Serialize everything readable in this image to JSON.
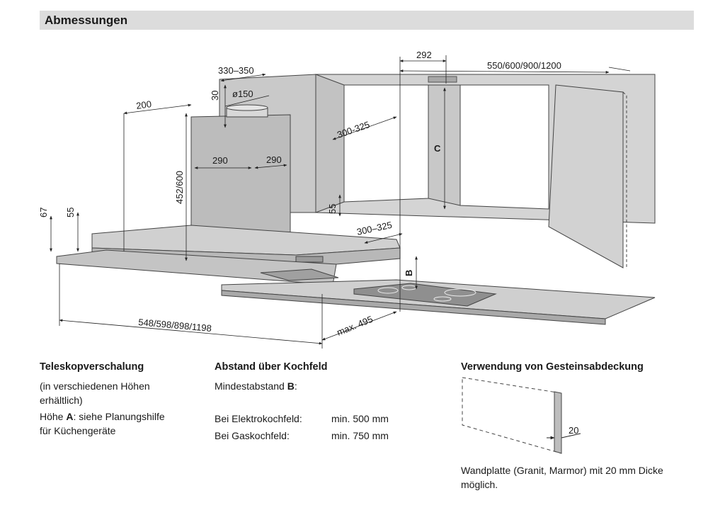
{
  "header": {
    "title": "Abmessungen"
  },
  "drawing": {
    "labels": {
      "d330_350": "330–350",
      "d292": "292",
      "d550": "550/600/900/1200",
      "d30": "30",
      "d150": "ø150",
      "d200": "200",
      "d300_325_top": "300-325",
      "c": "C",
      "d290a": "290",
      "d290b": "290",
      "d452": "452/600",
      "d67": "67",
      "d55a": "55",
      "d55b": "55",
      "d300_325_bottom": "300–325",
      "b": "B",
      "d548": "548/598/898/1198",
      "max495": "max. 495"
    }
  },
  "col1": {
    "heading": "Teleskopverschalung",
    "line1": "(in verschiedenen Höhen",
    "line2": "erhältlich)",
    "line3_a": "Höhe ",
    "line3_b": "A",
    "line3_c": ": siehe Planungshilfe",
    "line4": "für Küchengeräte"
  },
  "col2": {
    "heading": "Abstand über Kochfeld",
    "min_a": "Mindestabstand ",
    "min_b": "B",
    "min_c": ":",
    "rows": [
      {
        "label": "Bei Elektrokochfeld:",
        "value": "min. 500 mm"
      },
      {
        "label": "Bei Gaskochfeld:",
        "value": "min. 750 mm"
      }
    ]
  },
  "col3": {
    "heading": "Verwendung von Gesteinsabdeckung",
    "dim": "20",
    "line1": "Wandplatte (Granit, Marmor) mit 20 mm Dicke",
    "line2": "möglich."
  }
}
